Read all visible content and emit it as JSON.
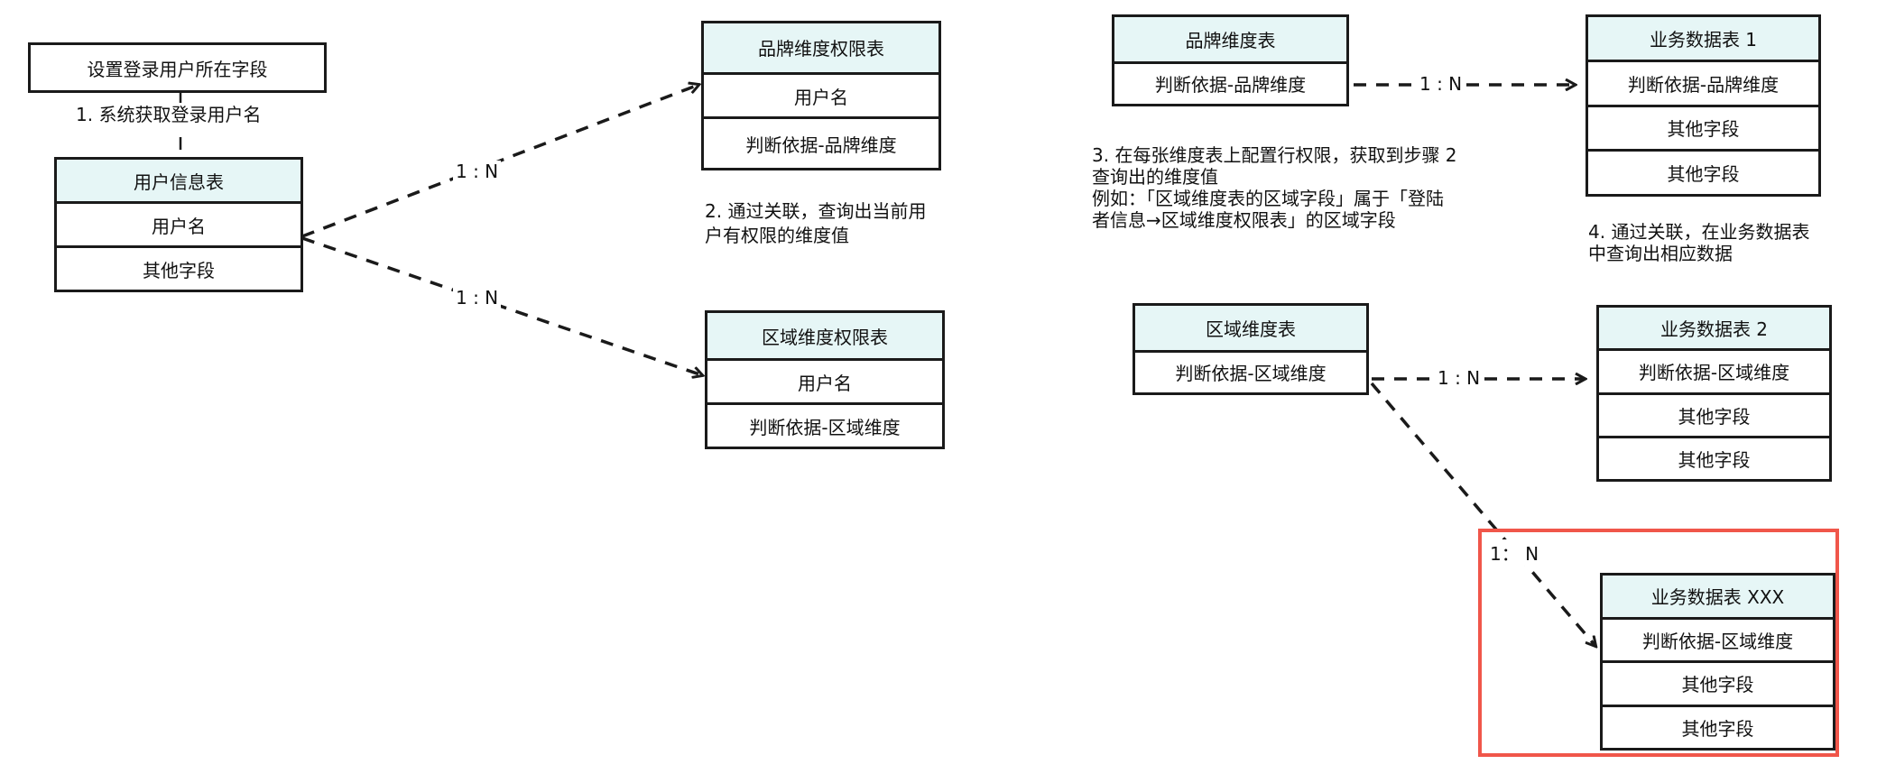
{
  "set_field_box": "设置登录用户所在字段",
  "user_info_table": {
    "header": "用户信息表",
    "rows": [
      "用户名",
      "其他字段"
    ]
  },
  "brand_perm_table": {
    "header": "品牌维度权限表",
    "rows": [
      "用户名",
      "判断依据-品牌维度"
    ]
  },
  "region_perm_table": {
    "header": "区域维度权限表",
    "rows": [
      "用户名",
      "判断依据-区域维度"
    ]
  },
  "brand_dim_table": {
    "header": "品牌维度表",
    "rows": [
      "判断依据-品牌维度"
    ]
  },
  "region_dim_table": {
    "header": "区域维度表",
    "rows": [
      "判断依据-区域维度"
    ]
  },
  "biz_table_1": {
    "header": "业务数据表 1",
    "rows": [
      "判断依据-品牌维度",
      "其他字段",
      "其他字段"
    ]
  },
  "biz_table_2": {
    "header": "业务数据表 2",
    "rows": [
      "判断依据-区域维度",
      "其他字段",
      "其他字段"
    ]
  },
  "biz_table_xxx": {
    "header": "业务数据表 XXX",
    "rows": [
      "判断依据-区域维度",
      "其他字段",
      "其他字段"
    ]
  },
  "steps": {
    "step1": "1. 系统获取登录用户名",
    "step2": [
      "2. 通过关联，查询出当前用",
      "户有权限的维度值"
    ],
    "step3": [
      "3. 在每张维度表上配置行权限，获取到步骤 2",
      "查询出的维度值",
      "例如：「区域维度表的区域字段」属于「登陆",
      "者信息→区域维度权限表」的区域字段"
    ],
    "step4": [
      "4. 通过关联，在业务数据表",
      "中查询出相应数据"
    ]
  },
  "relations": {
    "user_to_brand": "1 : N",
    "user_to_region": "1 : N",
    "brand_to_biz1": "1 : N",
    "region_to_biz2": "1 : N",
    "region_to_xxx": "1： N"
  },
  "colors": {
    "header": "#e6f6f6",
    "highlight": "#f0564a",
    "border": "#1a1a1a"
  }
}
